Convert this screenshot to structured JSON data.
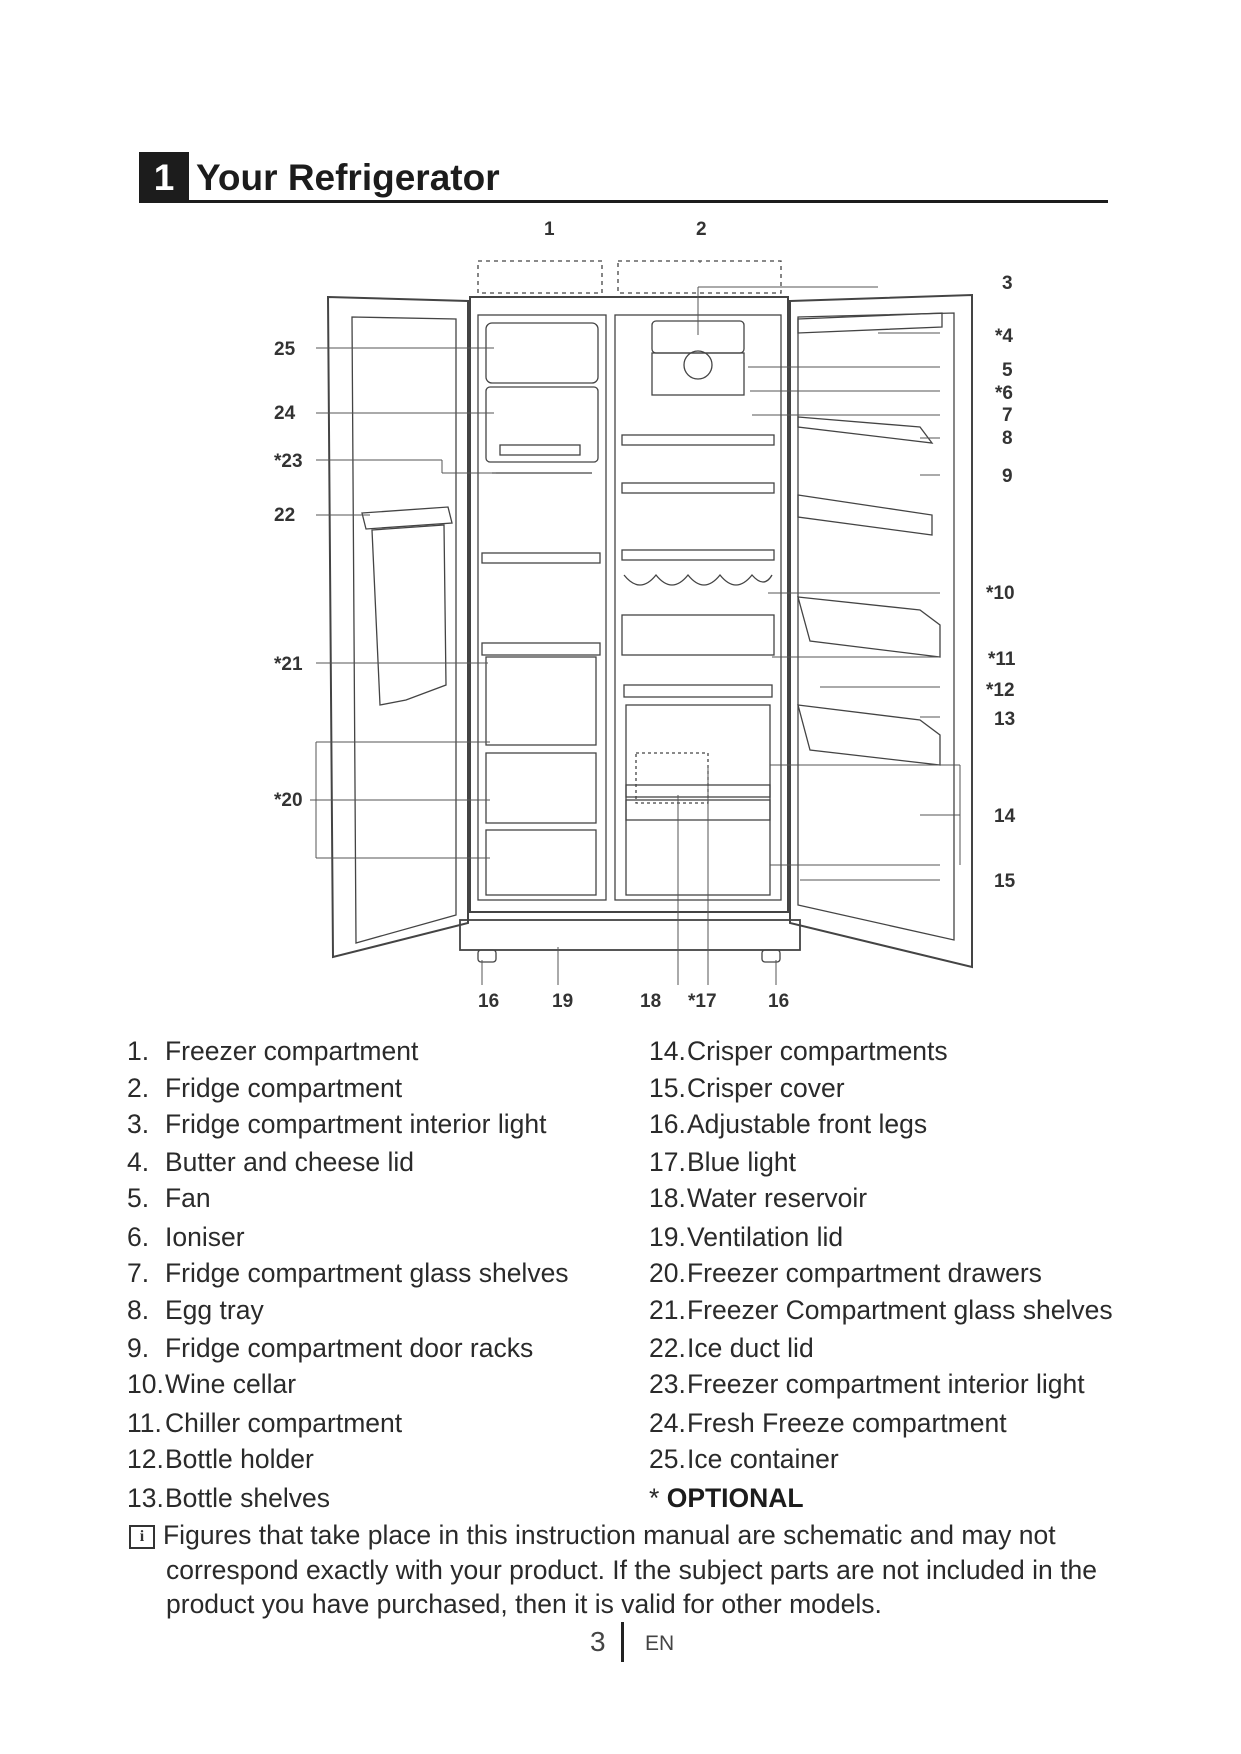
{
  "section": {
    "number": "1",
    "title": "Your Refrigerator"
  },
  "callouts": {
    "c1": "1",
    "c2": "2",
    "c3": "3",
    "c4": "*4",
    "c5": "5",
    "c6": "*6",
    "c7": "7",
    "c8": "8",
    "c9": "9",
    "c10": "*10",
    "c11": "*11",
    "c12": "*12",
    "c13": "13",
    "c14": "14",
    "c15": "15",
    "c16a": "16",
    "c16b": "16",
    "c17": "*17",
    "c18": "18",
    "c19": "19",
    "c20": "*20",
    "c21": "*21",
    "c22": "22",
    "c23": "*23",
    "c24": "24",
    "c25": "25"
  },
  "legend_left": [
    {
      "num": "1.",
      "text": "Freezer compartment"
    },
    {
      "num": "2.",
      "text": "Fridge compartment"
    },
    {
      "num": "3.",
      "text": "Fridge compartment interior light"
    },
    {
      "num": "4.",
      "text": "Butter and cheese lid"
    },
    {
      "num": "5.",
      "text": "Fan"
    },
    {
      "num": "6.",
      "text": "Ioniser"
    },
    {
      "num": "7.",
      "text": "Fridge compartment glass shelves"
    },
    {
      "num": "8.",
      "text": "Egg tray"
    },
    {
      "num": "9.",
      "text": "Fridge compartment door racks"
    },
    {
      "num": "10.",
      "text": "Wine cellar"
    },
    {
      "num": "11.",
      "text": "Chiller compartment"
    },
    {
      "num": "12.",
      "text": "Bottle holder"
    },
    {
      "num": "13.",
      "text": "Bottle shelves"
    }
  ],
  "legend_right": [
    {
      "num": "14.",
      "text": "Crisper compartments"
    },
    {
      "num": "15.",
      "text": "Crisper cover"
    },
    {
      "num": "16.",
      "text": "Adjustable front legs"
    },
    {
      "num": "17.",
      "text": "Blue light"
    },
    {
      "num": "18.",
      "text": "Water reservoir"
    },
    {
      "num": "19.",
      "text": "Ventilation lid"
    },
    {
      "num": "20.",
      "text": "Freezer compartment drawers"
    },
    {
      "num": "21.",
      "text": "Freezer Compartment glass shelves"
    },
    {
      "num": "22.",
      "text": "Ice duct lid"
    },
    {
      "num": "23.",
      "text": "Freezer compartment interior light"
    },
    {
      "num": "24.",
      "text": "Fresh Freeze compartment"
    },
    {
      "num": "25.",
      "text": "Ice container"
    }
  ],
  "optional": {
    "star": "*",
    "word": "OPTIONAL"
  },
  "note": {
    "icon": "info-icon",
    "lines": [
      "Figures that take place in this instruction manual are schematic and may not",
      "correspond exactly with your product. If the subject parts are not included in the",
      "product you have purchased, then it is valid for other models."
    ]
  },
  "footer": {
    "page": "3",
    "lang": "EN"
  }
}
